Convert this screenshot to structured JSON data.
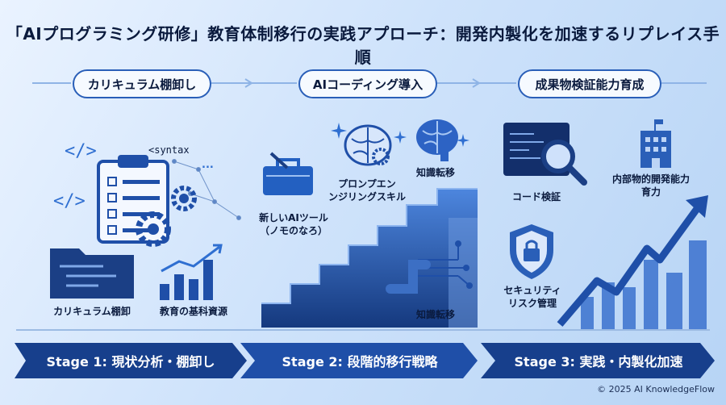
{
  "title": "「AIプログラミング研修」教育体制移行の実践アプローチ：開発内製化を加速するリプレイス手順",
  "sections": [
    {
      "heading": "カリキュラム棚卸し"
    },
    {
      "heading": "AIコーディング導入"
    },
    {
      "heading": "成果物検証能力育成"
    }
  ],
  "stage1": {
    "syntax_label": "<syntax",
    "curriculum_label": "カリキュラム棚卸",
    "materials_label": "教育の基科資源"
  },
  "stage2": {
    "new_tools_label": "新しいAIツール\n（ノモのなろ）",
    "prompt_label": "プロンプエン\nンジリングスキル",
    "knowledge_top_label": "知識転移",
    "knowledge_bottom_label": "知識転移"
  },
  "stage3": {
    "code_review_label": "コード検証",
    "security_label": "セキュリティ\nリスク管理",
    "inhouse_label": "内部物的開発能力\n育力"
  },
  "stages": [
    {
      "label": "Stage 1: 現状分析・棚卸し"
    },
    {
      "label": "Stage 2: 段階的移行戦略"
    },
    {
      "label": "Stage 3: 実践・内製化加速"
    }
  ],
  "footer": "© 2025 AI KnowledgeFlow",
  "colors": {
    "primary": "#1f4fa8",
    "dark": "#123577",
    "accent": "#2f6fd1"
  }
}
